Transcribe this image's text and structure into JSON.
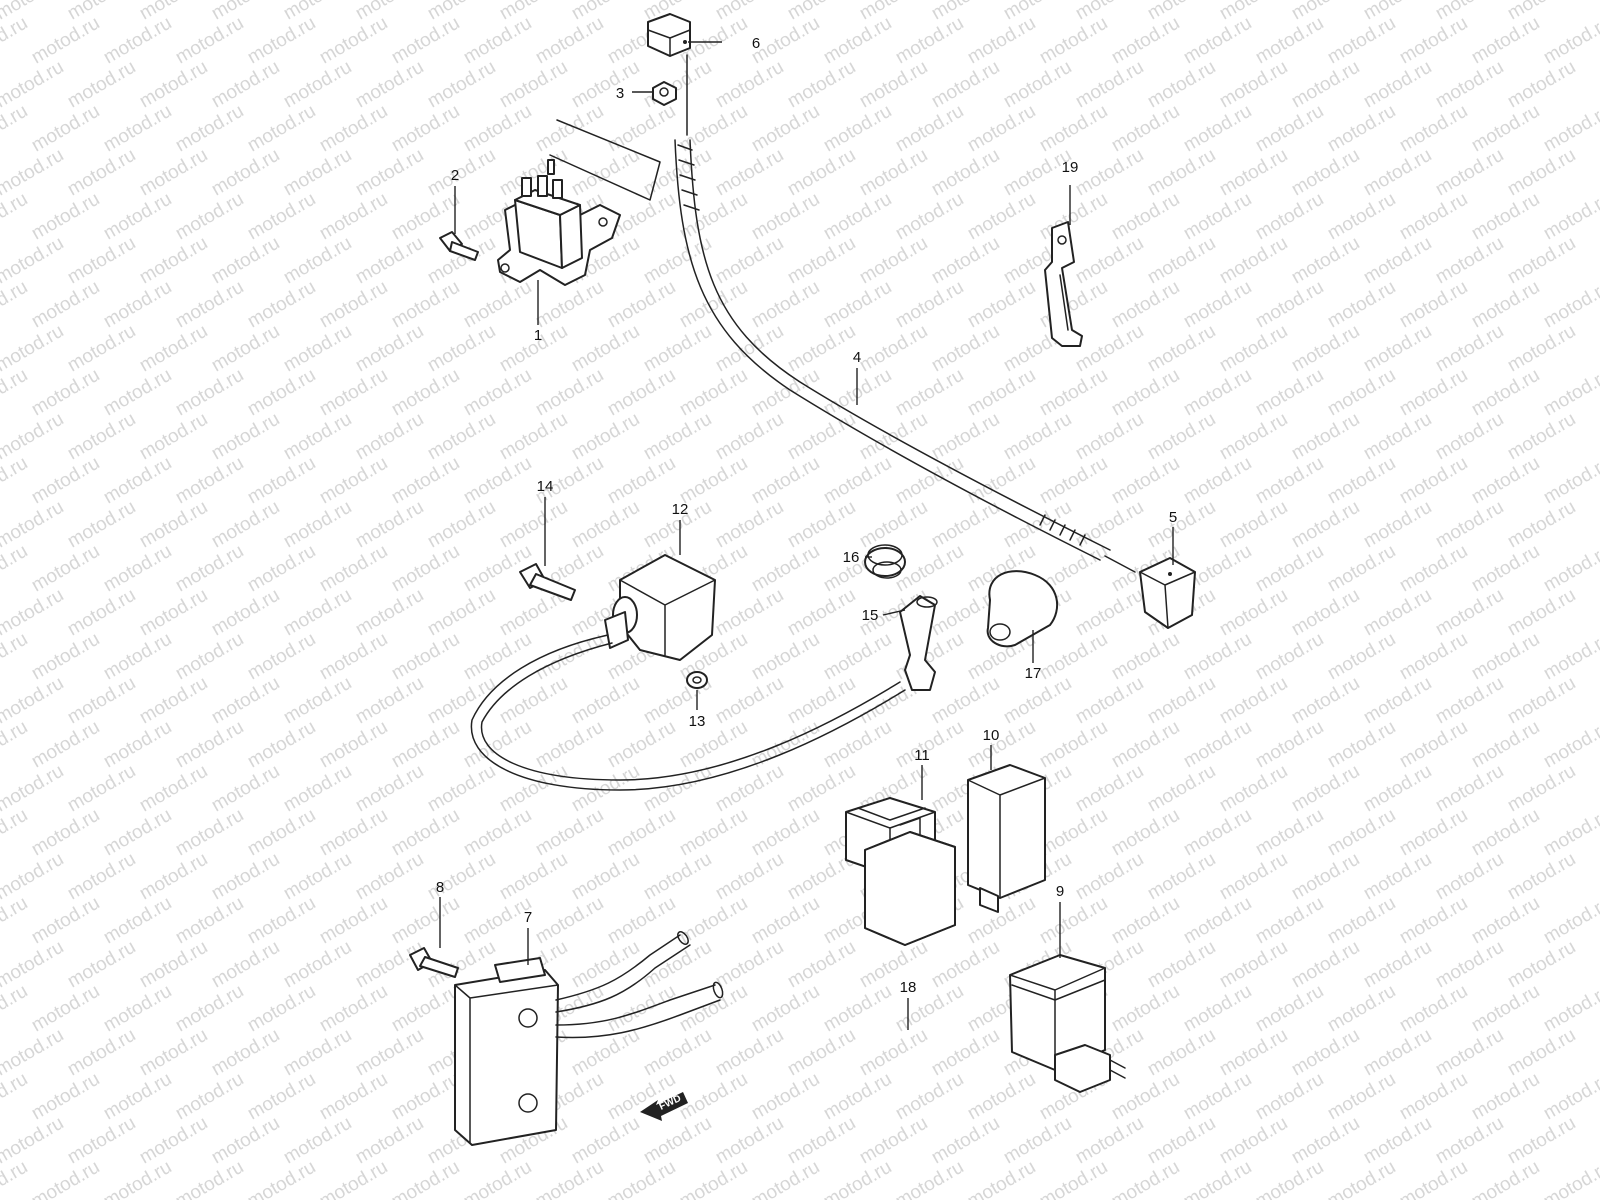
{
  "watermark": "motod.ru",
  "direction_label": "FWD",
  "callouts": {
    "p1": "1",
    "p2": "2",
    "p3": "3",
    "p4": "4",
    "p5": "5",
    "p6": "6",
    "p7": "7",
    "p8": "8",
    "p9": "9",
    "p10": "10",
    "p11": "11",
    "p12": "12",
    "p13": "13",
    "p14": "14",
    "p15": "15",
    "p16": "16",
    "p17": "17",
    "p18": "18",
    "p19": "19"
  }
}
